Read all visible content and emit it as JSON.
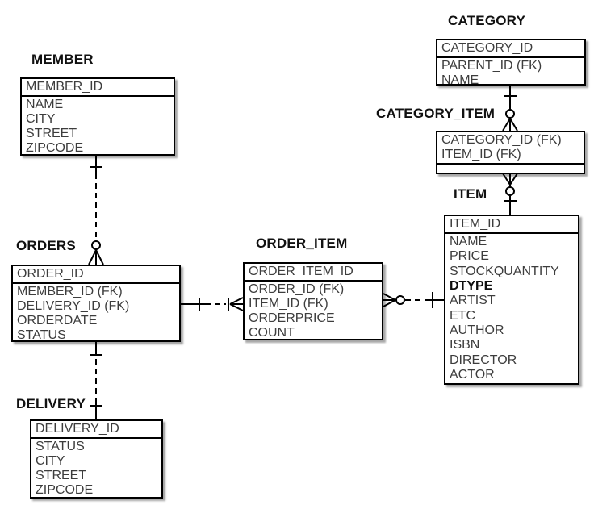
{
  "diagram_type": "entity-relationship",
  "colors": {
    "background": "#ffffff",
    "entity_fill": "#ffffff",
    "entity_border": "#000000",
    "title_text": "#111111",
    "field_text": "#3d3d3d",
    "connector": "#000000"
  },
  "entities": {
    "member": {
      "title": "MEMBER",
      "key_fields": [
        "MEMBER_ID"
      ],
      "fields": [
        "NAME",
        "CITY",
        "STREET",
        "ZIPCODE"
      ]
    },
    "category": {
      "title": "CATEGORY",
      "key_fields": [
        "CATEGORY_ID"
      ],
      "fields": [
        "PARENT_ID (FK)",
        "NAME"
      ]
    },
    "category_item": {
      "title": "CATEGORY_ITEM",
      "key_fields": [
        "CATEGORY_ID (FK)",
        "ITEM_ID (FK)"
      ],
      "fields": []
    },
    "item": {
      "title": "ITEM",
      "key_fields": [
        "ITEM_ID"
      ],
      "fields": [
        "NAME",
        "PRICE",
        "STOCKQUANTITY",
        {
          "label": "DTYPE",
          "bold": true
        },
        "ARTIST",
        "ETC",
        "AUTHOR",
        "ISBN",
        "DIRECTOR",
        "ACTOR"
      ]
    },
    "orders": {
      "title": "ORDERS",
      "key_fields": [
        "ORDER_ID"
      ],
      "fields": [
        "MEMBER_ID (FK)",
        "DELIVERY_ID (FK)",
        "ORDERDATE",
        "STATUS"
      ]
    },
    "order_item": {
      "title": "ORDER_ITEM",
      "key_fields": [
        "ORDER_ITEM_ID"
      ],
      "fields": [
        "ORDER_ID (FK)",
        "ITEM_ID (FK)",
        "ORDERPRICE",
        "COUNT"
      ]
    },
    "delivery": {
      "title": "DELIVERY",
      "key_fields": [
        "DELIVERY_ID"
      ],
      "fields": [
        "STATUS",
        "CITY",
        "STREET",
        "ZIPCODE"
      ]
    }
  },
  "relationships": [
    {
      "from": "MEMBER",
      "to": "ORDERS",
      "from_cardinality": "exactly-one",
      "to_cardinality": "zero-or-many",
      "line_style": "dashed"
    },
    {
      "from": "ORDERS",
      "to": "DELIVERY",
      "from_cardinality": "exactly-one",
      "to_cardinality": "exactly-one",
      "line_style": "dashed"
    },
    {
      "from": "ORDERS",
      "to": "ORDER_ITEM",
      "from_cardinality": "exactly-one",
      "to_cardinality": "one-or-many",
      "line_style": "dashed"
    },
    {
      "from": "ITEM",
      "to": "ORDER_ITEM",
      "from_cardinality": "exactly-one",
      "to_cardinality": "zero-or-many",
      "line_style": "dashed"
    },
    {
      "from": "CATEGORY",
      "to": "CATEGORY_ITEM",
      "from_cardinality": "exactly-one",
      "to_cardinality": "zero-or-many",
      "line_style": "solid"
    },
    {
      "from": "ITEM",
      "to": "CATEGORY_ITEM",
      "from_cardinality": "exactly-one",
      "to_cardinality": "zero-or-many",
      "line_style": "solid"
    }
  ]
}
